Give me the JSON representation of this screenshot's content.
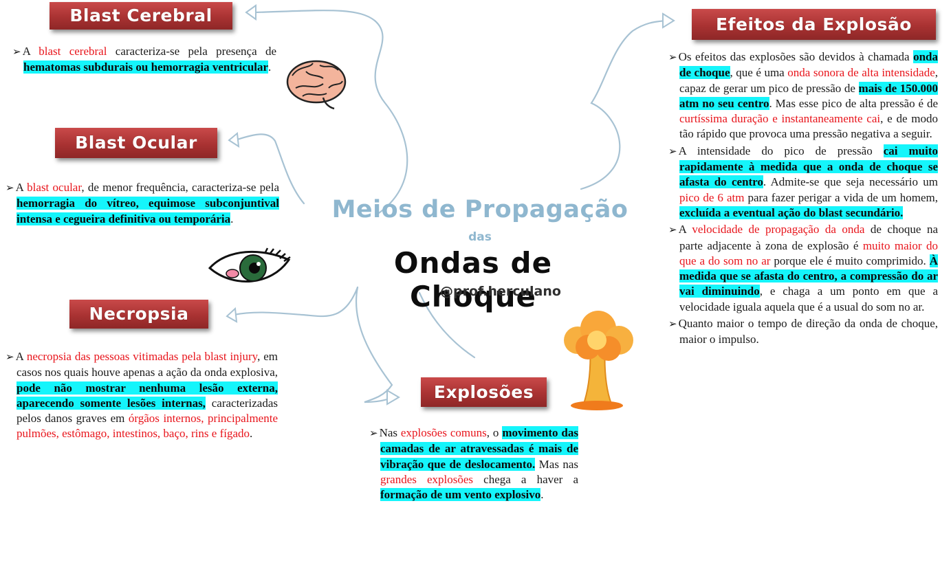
{
  "title": {
    "top": "Meios de Propagação",
    "middle": "das",
    "main": "Ondas de Choque",
    "handle": "@prof.herculano"
  },
  "sections": {
    "blast_cerebral": {
      "heading": "Blast Cerebral",
      "p1": {
        "a": "A ",
        "b": "blast cerebral",
        "c": " caracteriza-se pela presença de ",
        "d": "hematomas subdurais ou hemorragia ventricular",
        "e": "."
      }
    },
    "blast_ocular": {
      "heading": "Blast Ocular",
      "p1": {
        "a": "A ",
        "b": "blast ocular",
        "c": ", de menor frequência, caracteriza-se pela ",
        "d": "hemorragia do vítreo, equimose subconjuntival intensa e cegueira definitiva ou temporária",
        "e": "."
      }
    },
    "necropsia": {
      "heading": "Necropsia",
      "p1": {
        "a": "A ",
        "b": "necropsia das pessoas vitimadas pela blast injury",
        "c": ", em casos nos quais houve apenas a ação da onda explosiva, ",
        "d": "pode não mostrar nenhuma lesão externa, aparecendo somente lesões internas,",
        "e": " caracterizadas pelos danos graves em ",
        "f": "órgãos internos, principalmente pulmões, estômago, intestinos, baço, rins e fígado",
        "g": "."
      }
    },
    "explosoes": {
      "heading": "Explosões",
      "p1": {
        "a": "Nas ",
        "b": "explosões comuns",
        "c": ", o ",
        "d": "movimento das camadas de ar atravessadas é mais de vibração que de deslocamento.",
        "e": " Mas nas ",
        "f": "grandes explosões",
        "g": " chega a haver a ",
        "h": "formação de um vento explosivo",
        "i": "."
      }
    },
    "efeitos": {
      "heading": "Efeitos da Explosão",
      "p1": {
        "a": "Os efeitos das explosões são devidos à chamada ",
        "b": "onda de choque",
        "c": ", que é uma ",
        "d": "onda sonora de alta intensidade",
        "e": ", capaz de gerar um pico de pressão de ",
        "f": "mais de 150.000 atm no seu centro",
        "g": ". Mas esse pico de alta pressão é de ",
        "h": "curtíssima duração e instantaneamente cai",
        "i": ", e de modo tão rápido que provoca uma pressão negativa a seguir."
      },
      "p2": {
        "a": "A intensidade do pico de pressão ",
        "b": "cai muito rapidamente à medida que a onda de choque se afasta do centro",
        "c": ". Admite-se que seja necessário um ",
        "d": "pico de 6 atm",
        "e": " para fazer perigar a vida de um homem, ",
        "f": "excluída a eventual ação do blast secundário."
      },
      "p3": {
        "a": "A ",
        "b": "velocidade de propagação da onda",
        "c": " de choque na parte adjacente à zona de explosão é ",
        "d": "muito maior do que a do som no ar",
        "e": " porque ele é muito comprimido. ",
        "f": "À medida que se afasta do centro, a compressão do ar vai diminuindo",
        "g": ", e chaga a um ponto em que a velocidade iguala aquela que é a usual do som no ar."
      },
      "p4": {
        "a": "Quanto maior o tempo de direção da onda de choque, maior o impulso."
      }
    }
  },
  "colors": {
    "banner": "#a93232",
    "highlight": "#15f5fb",
    "red_text": "#e8141b",
    "title_blue": "#8fb7cf"
  }
}
